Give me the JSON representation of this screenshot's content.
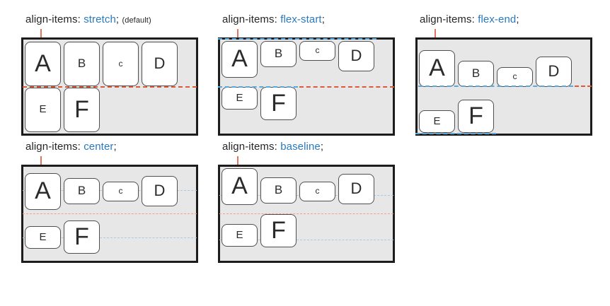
{
  "figure": {
    "topic_property": "align-items",
    "item_labels": [
      "A",
      "B",
      "c",
      "D",
      "E",
      "F"
    ]
  },
  "colors": {
    "title_text": "#262626",
    "title_value_blue": "#2b79bd",
    "container_background": "#e7e7e8",
    "container_border": "#1c1c1c",
    "item_background": "#ffffff",
    "item_border": "#4f4f4f",
    "row_boundary_red_dash": "#dc5a3c",
    "row_boundary_red_dash_light": "#eda28b",
    "alignment_guide_blue_dash": "#58a9de",
    "alignment_guide_blue_dash_light": "#a5cbe8",
    "pointer_tick_red": "#e2755c"
  },
  "items": [
    {
      "label": "A"
    },
    {
      "label": "B"
    },
    {
      "label": "c"
    },
    {
      "label": "D"
    },
    {
      "label": "E"
    },
    {
      "label": "F"
    }
  ],
  "diagrams": [
    {
      "prefix": "align-items:",
      "value": "stretch",
      "suffix": ";",
      "note": "(default)"
    },
    {
      "prefix": "align-items:",
      "value": "flex-start",
      "suffix": ";",
      "note": ""
    },
    {
      "prefix": "align-items:",
      "value": "flex-end",
      "suffix": ";",
      "note": ""
    },
    {
      "prefix": "align-items:",
      "value": "center",
      "suffix": ";",
      "note": ""
    },
    {
      "prefix": "align-items:",
      "value": "baseline",
      "suffix": ";",
      "note": ""
    }
  ]
}
